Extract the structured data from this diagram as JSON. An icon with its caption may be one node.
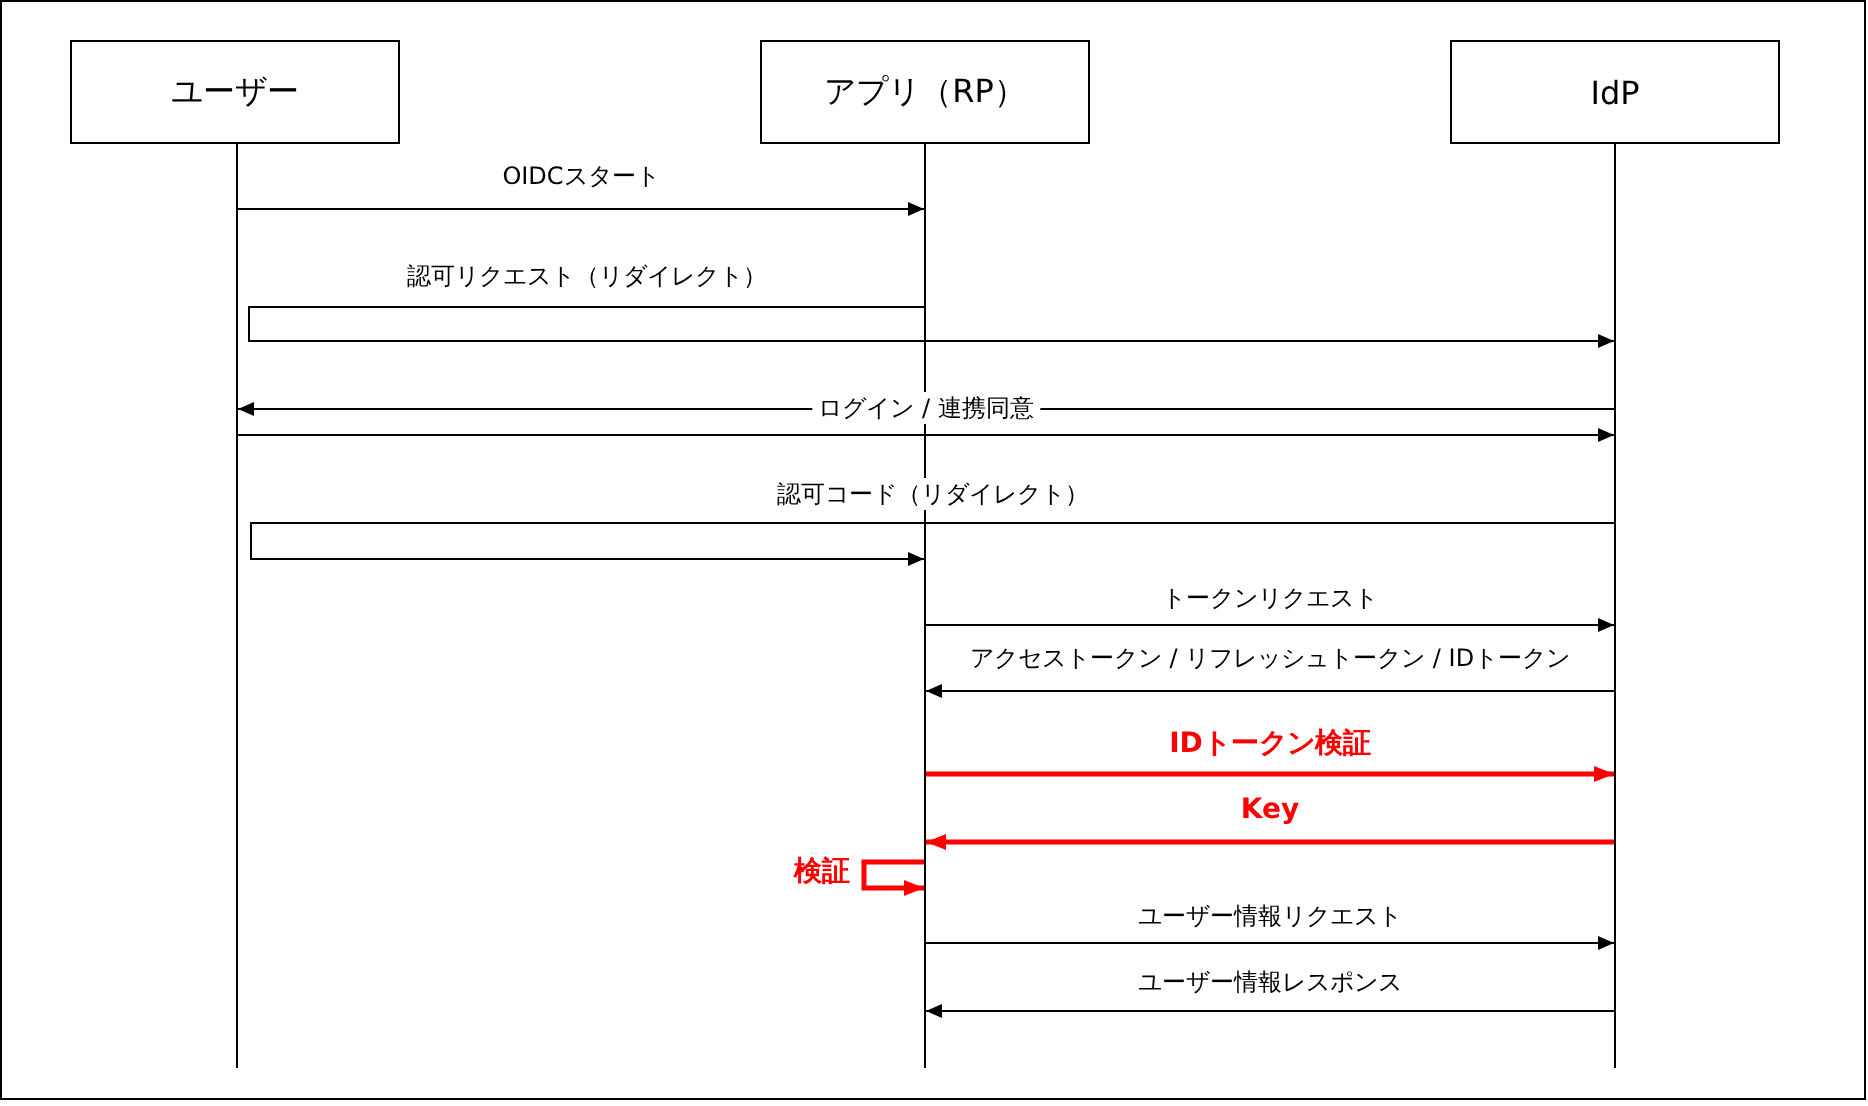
{
  "diagram": {
    "nodes": [
      {
        "text": [
          "ユーザー"
        ]
      },
      {
        "text": [
          "アプリ（RP）"
        ]
      },
      {
        "text": [
          "IdP"
        ]
      },
      {
        "text": [],
        "shape": "line"
      },
      {
        "text": [],
        "shape": "line"
      },
      {
        "text": [],
        "shape": "line"
      }
    ],
    "edges": [
      {
        "from": 3,
        "to": 4,
        "arrow": "to",
        "label": "OIDCスタート"
      },
      {
        "from": 4,
        "to": 5,
        "arrow": "to",
        "label": "認可リクエスト（リダイレクト）"
      },
      {
        "from": 5,
        "to": 3,
        "arrow": "to",
        "label": "ログイン / 連携同意"
      },
      {
        "from": 3,
        "to": 5,
        "arrow": "to"
      },
      {
        "from": 5,
        "to": 4,
        "arrow": "to",
        "label": "認可コード（リダイレクト）"
      },
      {
        "from": 4,
        "to": 5,
        "arrow": "to",
        "label": "トークンリクエスト"
      },
      {
        "from": 5,
        "to": 4,
        "arrow": "to",
        "label": "アクセストークン / リフレッシュトークン / IDトークン"
      },
      {
        "from": 4,
        "to": 5,
        "arrow": "to",
        "label": "IDトークン検証",
        "style": "thick",
        "color": "#ff0000"
      },
      {
        "from": 5,
        "to": 4,
        "arrow": "to",
        "label": "Key",
        "style": "thick",
        "color": "#ff0000"
      },
      {
        "from": 4,
        "to": 4,
        "arrow": "to",
        "label": "検証",
        "style": "thick",
        "color": "#ff0000"
      },
      {
        "from": 4,
        "to": 5,
        "arrow": "to",
        "label": "ユーザー情報リクエスト"
      },
      {
        "from": 5,
        "to": 4,
        "arrow": "to",
        "label": "ユーザー情報レスポンス"
      }
    ]
  }
}
